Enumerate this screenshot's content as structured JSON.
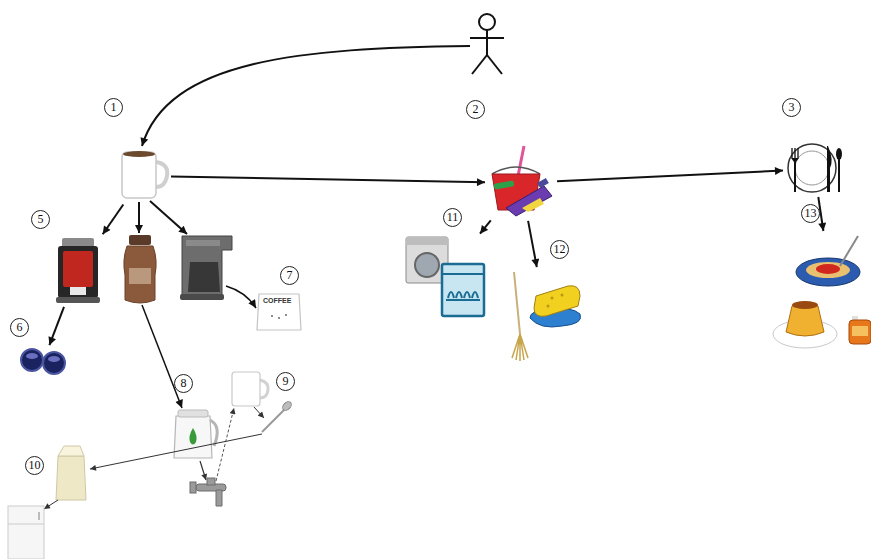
{
  "diagram": {
    "nodes": [
      {
        "text": [
          "1"
        ]
      },
      {
        "text": [
          "2"
        ]
      },
      {
        "text": [
          "3"
        ]
      },
      {
        "text": [
          "5"
        ]
      },
      {
        "text": [
          "6"
        ]
      },
      {
        "text": [
          "7"
        ]
      },
      {
        "text": [
          "8"
        ]
      },
      {
        "text": [
          "9"
        ]
      },
      {
        "text": [
          "10"
        ]
      },
      {
        "text": [
          "11"
        ]
      },
      {
        "text": [
          "12"
        ]
      },
      {
        "text": [
          "13"
        ]
      }
    ],
    "edges": [
      {
        "from": 0,
        "to": 1,
        "arrow": "to"
      },
      {
        "from": 1,
        "to": 2,
        "arrow": "to"
      },
      {
        "from": 0,
        "to": 3,
        "arrow": "to"
      },
      {
        "from": 3,
        "to": 4,
        "arrow": "to"
      },
      {
        "from": 1,
        "to": 9,
        "arrow": "to"
      },
      {
        "from": 1,
        "to": 10,
        "arrow": "to"
      },
      {
        "from": 2,
        "to": 11,
        "arrow": "to"
      }
    ],
    "labels": [
      "COFFEE"
    ]
  }
}
